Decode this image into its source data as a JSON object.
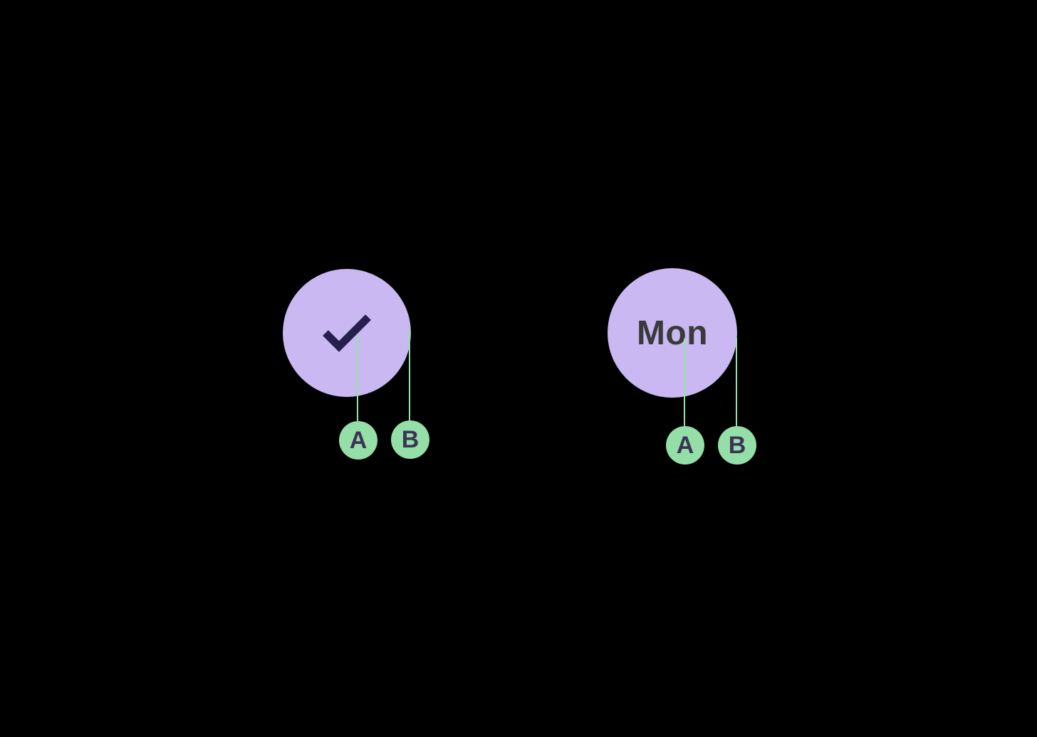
{
  "colors": {
    "background": "#000000",
    "day_circle_fill": "#c9b8f2",
    "check_icon": "#261e4d",
    "day_label_text": "#3a3a3a",
    "marker_fill": "#94dea8",
    "marker_text": "#3d3355",
    "leader_line": "#94e3a3"
  },
  "left_widget": {
    "type": "day-toggle-checked",
    "icon": "check-icon",
    "markers": {
      "a": "A",
      "b": "B"
    }
  },
  "right_widget": {
    "type": "day-toggle",
    "label": "Mon",
    "markers": {
      "a": "A",
      "b": "B"
    }
  }
}
